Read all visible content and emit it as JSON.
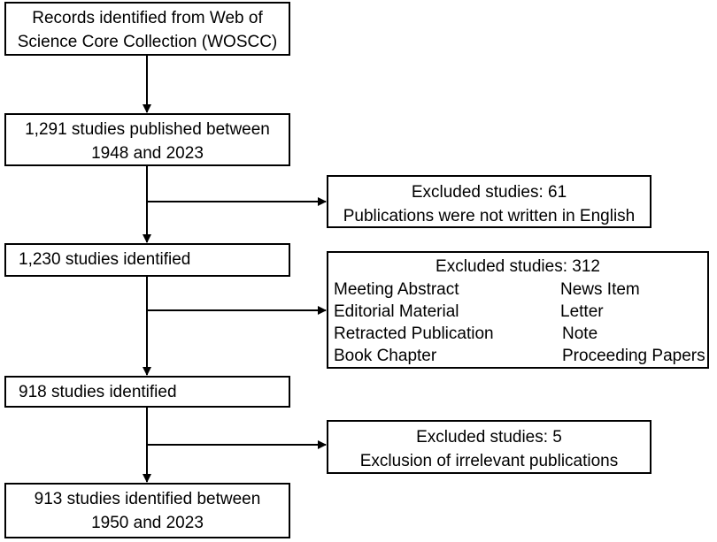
{
  "main_boxes": [
    {
      "lines": [
        "Records identified from Web of",
        "Science Core Collection (WOSCC)"
      ]
    },
    {
      "lines": [
        "1,291 studies published between",
        "1948 and 2023"
      ]
    },
    {
      "lines": [
        "1,230 studies identified"
      ]
    },
    {
      "lines": [
        "918 studies identified"
      ]
    },
    {
      "lines": [
        "913 studies identified between",
        "1950 and 2023"
      ]
    }
  ],
  "exclusions": [
    {
      "title": "Excluded studies: 61",
      "lines": [
        "Publications were not written in English"
      ]
    },
    {
      "title": "Excluded studies: 312",
      "categories": [
        [
          "Meeting Abstract",
          "News Item"
        ],
        [
          "Editorial Material",
          "Letter"
        ],
        [
          "Retracted Publication",
          "Note"
        ],
        [
          "Book Chapter",
          "Proceeding Papers"
        ]
      ]
    },
    {
      "title": "Excluded studies: 5",
      "lines": [
        "Exclusion of irrelevant publications"
      ]
    }
  ]
}
